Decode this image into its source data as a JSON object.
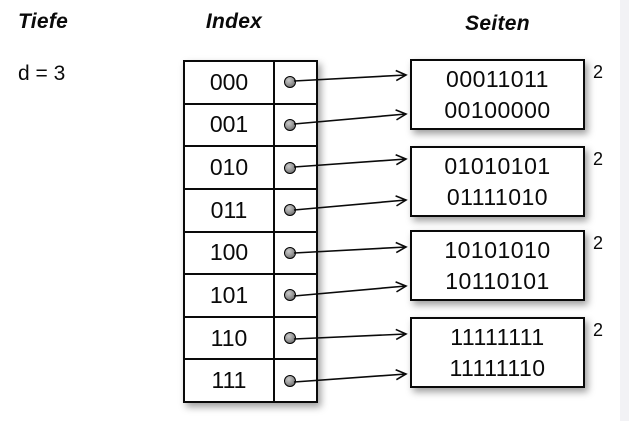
{
  "labels": {
    "depth_header": "Tiefe",
    "depth_value": "d = 3",
    "index_header": "Index",
    "pages_header": "Seiten"
  },
  "index_table": {
    "rows": [
      "000",
      "001",
      "010",
      "011",
      "100",
      "101",
      "110",
      "111"
    ]
  },
  "pages": [
    {
      "entries": [
        "00011011",
        "00100000"
      ],
      "local_depth": "2"
    },
    {
      "entries": [
        "01010101",
        "01111010"
      ],
      "local_depth": "2"
    },
    {
      "entries": [
        "10101010",
        "10110101"
      ],
      "local_depth": "2"
    },
    {
      "entries": [
        "11111111",
        "11111110"
      ],
      "local_depth": "2"
    }
  ],
  "colors": {
    "line": "#0a0a0a",
    "background": "#ffffff",
    "page_margin_strip": "#f2f2f5",
    "dot_fill": "#8f8f8f"
  }
}
